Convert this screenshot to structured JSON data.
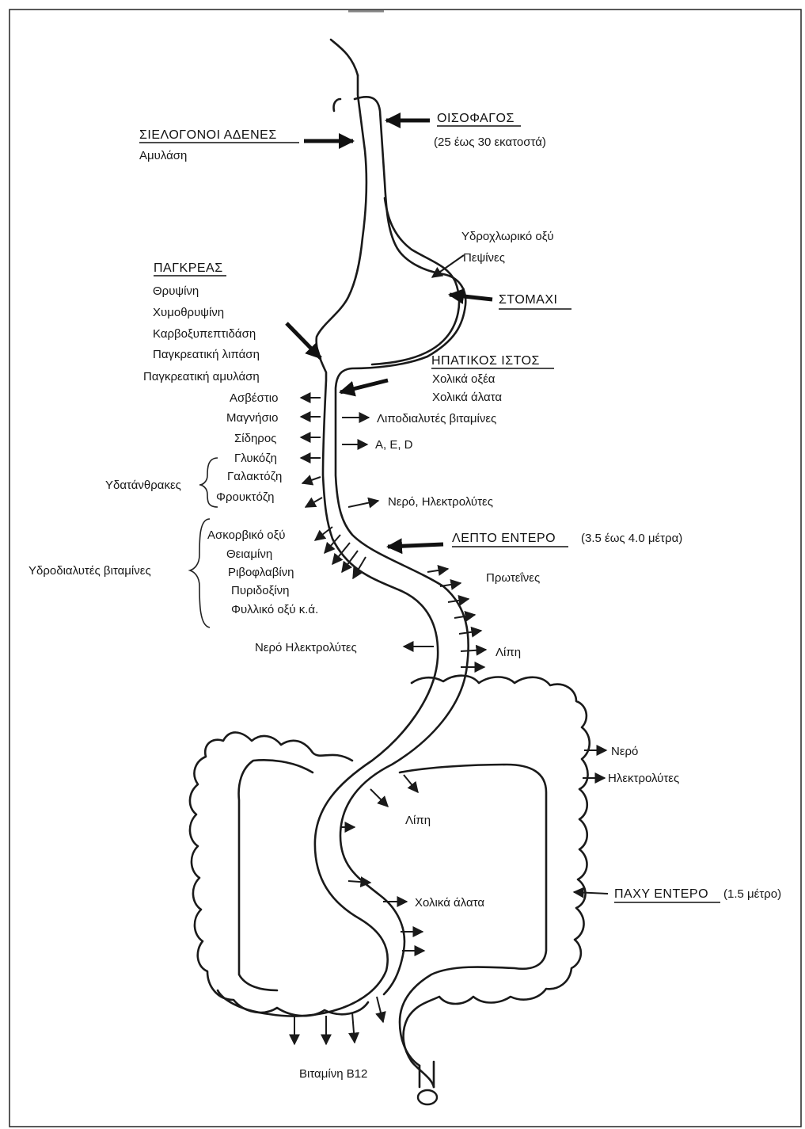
{
  "organs": {
    "salivary": {
      "title": "ΣΙΕΛΟΓΟΝΟΙ ΑΔΕΝΕΣ",
      "items": [
        "Αμυλάση"
      ]
    },
    "esophagus": {
      "title": "ΟΙΣΟΦΑΓΟΣ",
      "length": "(25 έως 30 εκατοστά)"
    },
    "stomach": {
      "title": "ΣΤΟΜΑΧΙ",
      "items": [
        "Υδροχλωρικό οξύ",
        "Πεψίνες"
      ]
    },
    "pancreas": {
      "title": "ΠΑΓΚΡΕΑΣ",
      "items": [
        "Θρυψίνη",
        "Χυμοθρυψίνη",
        "Καρβοξυπεπτιδάση",
        "Παγκρεατική λιπάση",
        "Παγκρεατική αμυλάση"
      ]
    },
    "liver": {
      "title": "ΗΠΑΤΙΚΟΣ ΙΣΤΟΣ",
      "items": [
        "Χολικά οξέα",
        "Χολικά άλατα"
      ]
    },
    "small_intestine": {
      "title": "ΛΕΠΤΟ ΕΝΤΕΡΟ",
      "length": "(3.5 έως 4.0 μέτρα)"
    },
    "large_intestine": {
      "title": "ΠΑΧΥ ΕΝΤΕΡΟ",
      "length": "(1.5 μέτρο)"
    }
  },
  "absorption": {
    "left_minerals": [
      "Ασβέστιο",
      "Μαγνήσιο",
      "Σίδηρος"
    ],
    "carbs_group": "Υδατάνθρακες",
    "carbs": [
      "Γλυκόζη",
      "Γαλακτόζη",
      "Φρουκτόζη"
    ],
    "vitamins_group": "Υδροδιαλυτές βιταμίνες",
    "vitamins": [
      "Ασκορβικό οξύ",
      "Θειαμίνη",
      "Ριβοφλαβίνη",
      "Πυριδοξίνη",
      "Φυλλικό οξύ κ.ά."
    ],
    "fat_vitamins": "Λιποδιαλυτές βιταμίνες",
    "fat_vitamins_list": "A, E, D",
    "water_electrolytes_upper": "Νερό,    Ηλεκτρολύτες",
    "proteins": "Πρωτεΐνες",
    "water_electrolytes_lower": "Νερό   Ηλεκτρολύτες",
    "fats_small": "Λίπη",
    "water_large": "Νερό",
    "electrolytes_large": "Ηλεκτρολύτες",
    "fats_large": "Λίπη",
    "bile_salts_large": "Χολικά άλατα",
    "b12": "Βιταμίνη Β12"
  }
}
